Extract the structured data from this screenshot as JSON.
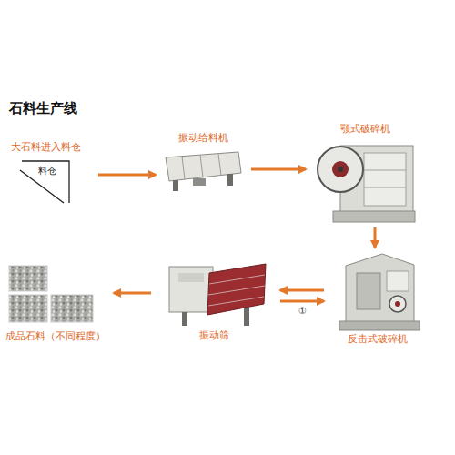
{
  "diagram": {
    "title": "石料生产线",
    "nodes": [
      {
        "text": [
          "大石料进入料仓",
          "料仓"
        ]
      },
      {
        "text": [
          "振动给料机"
        ]
      },
      {
        "text": [
          "颚式破碎机"
        ]
      },
      {
        "text": [
          "反击式破碎机"
        ]
      },
      {
        "text": [
          "振动筛"
        ]
      },
      {
        "text": [
          "成品石料（不同程度）"
        ]
      }
    ],
    "edges": [
      {
        "from": 0,
        "to": 1,
        "arrow": "to"
      },
      {
        "from": 1,
        "to": 2,
        "arrow": "to"
      },
      {
        "from": 2,
        "to": 3,
        "arrow": "to"
      },
      {
        "from": 3,
        "to": 4,
        "arrow": "to"
      },
      {
        "from": 4,
        "to": 3,
        "arrow": "to",
        "label": "①"
      },
      {
        "from": 4,
        "to": 5,
        "arrow": "to"
      }
    ]
  }
}
